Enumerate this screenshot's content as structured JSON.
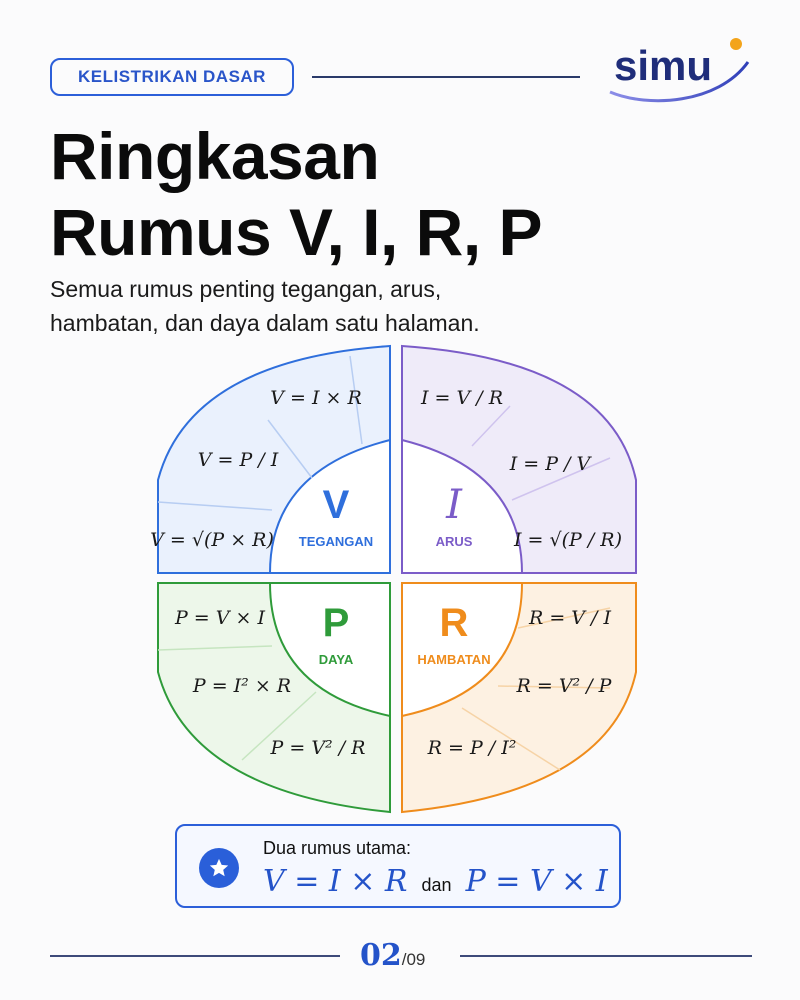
{
  "header": {
    "tag": "KELISTRIKAN DASAR",
    "logo_text": "simu"
  },
  "title": {
    "line1": "Ringkasan",
    "line2": "Rumus V, I, R, P"
  },
  "subtitle": {
    "line1": "Semua rumus penting tegangan, arus,",
    "line2": "hambatan, dan daya dalam satu halaman."
  },
  "quadrants": {
    "v": {
      "symbol": "V",
      "label": "TEGANGAN",
      "color": "#2f6fdc",
      "formulas": [
        "V = I × R",
        "V = P / I",
        "V = √(P × R)"
      ]
    },
    "i": {
      "symbol": "I",
      "label": "ARUS",
      "color": "#7b5cc8",
      "formulas": [
        "I = V / R",
        "I = P / V",
        "I = √(P / R)"
      ]
    },
    "p": {
      "symbol": "P",
      "label": "DAYA",
      "color": "#2f9b3a",
      "formulas": [
        "P = V × I",
        "P = I² × R",
        "P = V² / R"
      ]
    },
    "r": {
      "symbol": "R",
      "label": "HAMBATAN",
      "color": "#ef8c1c",
      "formulas": [
        "R = V / I",
        "R = V² / P",
        "R = P / I²"
      ]
    }
  },
  "note": {
    "title": "Dua rumus utama:",
    "formula1": "V = I × R",
    "connector": "dan",
    "formula2": "P = V × I",
    "icon": "star-icon"
  },
  "page": {
    "current": "02",
    "total": "/09"
  }
}
